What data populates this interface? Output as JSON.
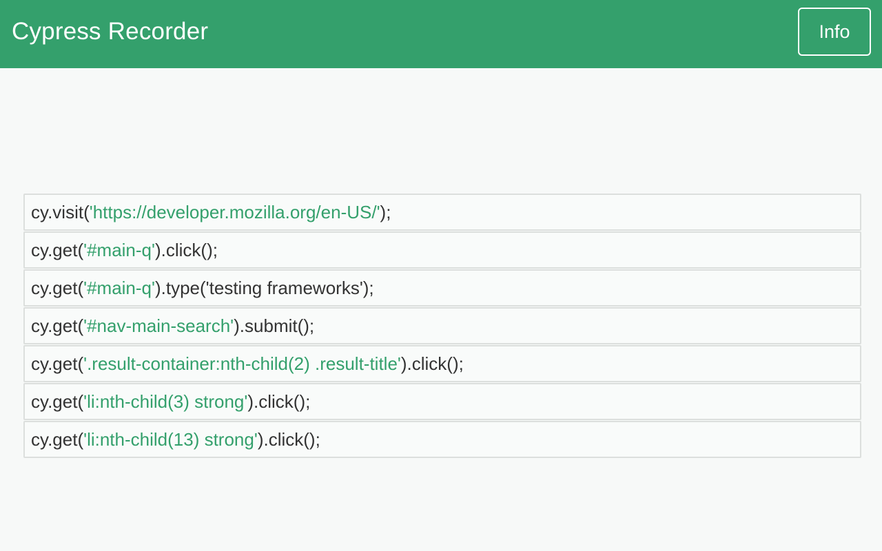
{
  "header": {
    "title": "Cypress Recorder",
    "info_label": "Info",
    "bg_color": "#34a06c"
  },
  "code_lines": [
    {
      "prefix": "cy.visit(",
      "arg": "'https://developer.mozilla.org/en-US/'",
      "suffix": ");"
    },
    {
      "prefix": "cy.get(",
      "arg": "'#main-q'",
      "suffix": ").click();"
    },
    {
      "prefix": "cy.get(",
      "arg": "'#main-q'",
      "suffix": ").type('testing frameworks');"
    },
    {
      "prefix": "cy.get(",
      "arg": "'#nav-main-search'",
      "suffix": ").submit();"
    },
    {
      "prefix": "cy.get(",
      "arg": "'.result-container:nth-child(2) .result-title'",
      "suffix": ").click();"
    },
    {
      "prefix": "cy.get(",
      "arg": "'li:nth-child(3) strong'",
      "suffix": ").click();"
    },
    {
      "prefix": "cy.get(",
      "arg": "'li:nth-child(13) strong'",
      "suffix": ").click();"
    }
  ],
  "colors": {
    "accent": "#34a06c",
    "text": "#333333",
    "background": "#f7f9f8"
  }
}
